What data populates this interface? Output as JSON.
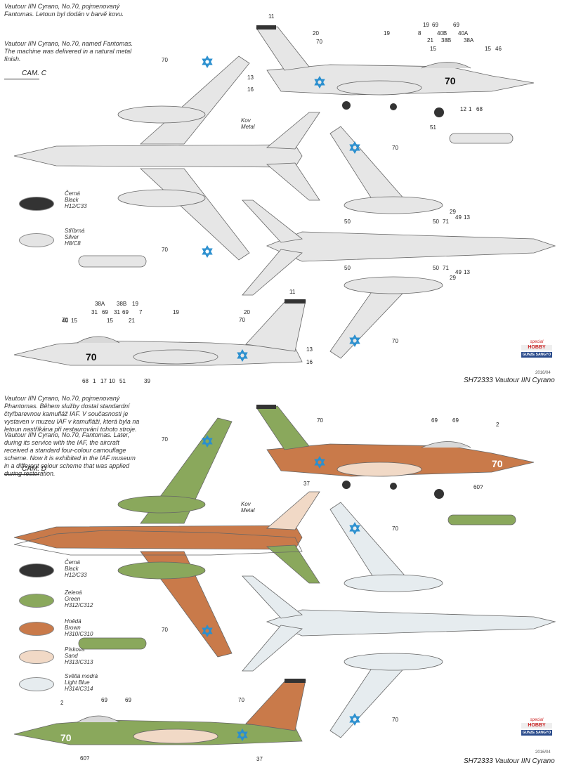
{
  "top": {
    "desc_cz": "Vautour IIN Cyrano, No.70, pojmenovaný Fantomas. Letoun byl dodán v barvě kovu.",
    "desc_en": "Vautour IIN Cyrano, No.70, named Fantomas. The machine was delivered in a natural metal finish.",
    "cam": "CAM. C",
    "swatches": [
      {
        "cz": "Černá",
        "en": "Black",
        "code": "H12/C33",
        "color": "#333333"
      },
      {
        "cz": "Stříbrná",
        "en": "Silver",
        "code": "H8/C8",
        "color": "#e4e4e4"
      }
    ],
    "kov": "Kov",
    "metal": "Metal",
    "nose_number": "70",
    "footer": "SH72333 Vautour IIN Cyrano",
    "date": "2016/04"
  },
  "bottom": {
    "desc_cz": "Vautour IIN Cyrano, No.70, pojmenovaný Phantomas. Během služby dostal standardní čtyřbarevnou kamufláž IAF. V současnosti je vystaven v muzeu IAF v kamufláži, která byla na letoun nastříkána při restaurování tohoto stroje.",
    "desc_en": "Vautour IIN Cyrano, No.70, Fantomas. Later, during its service with the IAF, the aircraft received a standard four-colour camouflage scheme. Now it is exhibited in the IAF museum in a different colour scheme that was applied during restoration.",
    "cam": "CAM. D",
    "swatches": [
      {
        "cz": "Černá",
        "en": "Black",
        "code": "H12/C33",
        "color": "#333333"
      },
      {
        "cz": "Zelená",
        "en": "Green",
        "code": "H312/C312",
        "color": "#8aa85c"
      },
      {
        "cz": "Hnědá",
        "en": "Brown",
        "code": "H310/C310",
        "color": "#c97a4a"
      },
      {
        "cz": "Písková",
        "en": "Sand",
        "code": "H313/C313",
        "color": "#f1d9c6"
      },
      {
        "cz": "Světlá modrá",
        "en": "Light Blue",
        "code": "H314/C314",
        "color": "#e6ecef"
      }
    ],
    "kov": "Kov",
    "metal": "Metal",
    "nose_number": "70",
    "footer": "SH72333 Vautour IIN Cyrano",
    "date": "2016/04"
  },
  "logos": {
    "special": "special",
    "hobby": "HOBBY",
    "gunze": "GUNZE SANGYO"
  },
  "callouts_top": [
    "11",
    "20",
    "70",
    "19",
    "8",
    "19",
    "69",
    "69",
    "40B",
    "40A",
    "21",
    "38B",
    "38A",
    "15",
    "15",
    "46",
    "13",
    "16",
    "12",
    "1",
    "68",
    "51",
    "70",
    "70",
    "70",
    "70",
    "50",
    "50",
    "50",
    "71",
    "71",
    "50",
    "29",
    "49",
    "13",
    "13",
    "49",
    "29",
    "70",
    "11",
    "38A",
    "38B",
    "31",
    "69",
    "19",
    "7",
    "15",
    "31",
    "69",
    "21",
    "46",
    "15",
    "19",
    "20",
    "70",
    "13",
    "16",
    "68",
    "1",
    "17",
    "10",
    "51",
    "39"
  ],
  "callouts_bottom": [
    "70",
    "69",
    "69",
    "2",
    "37",
    "60?",
    "70",
    "70",
    "70",
    "70",
    "2",
    "69",
    "69",
    "70",
    "60?",
    "37"
  ]
}
